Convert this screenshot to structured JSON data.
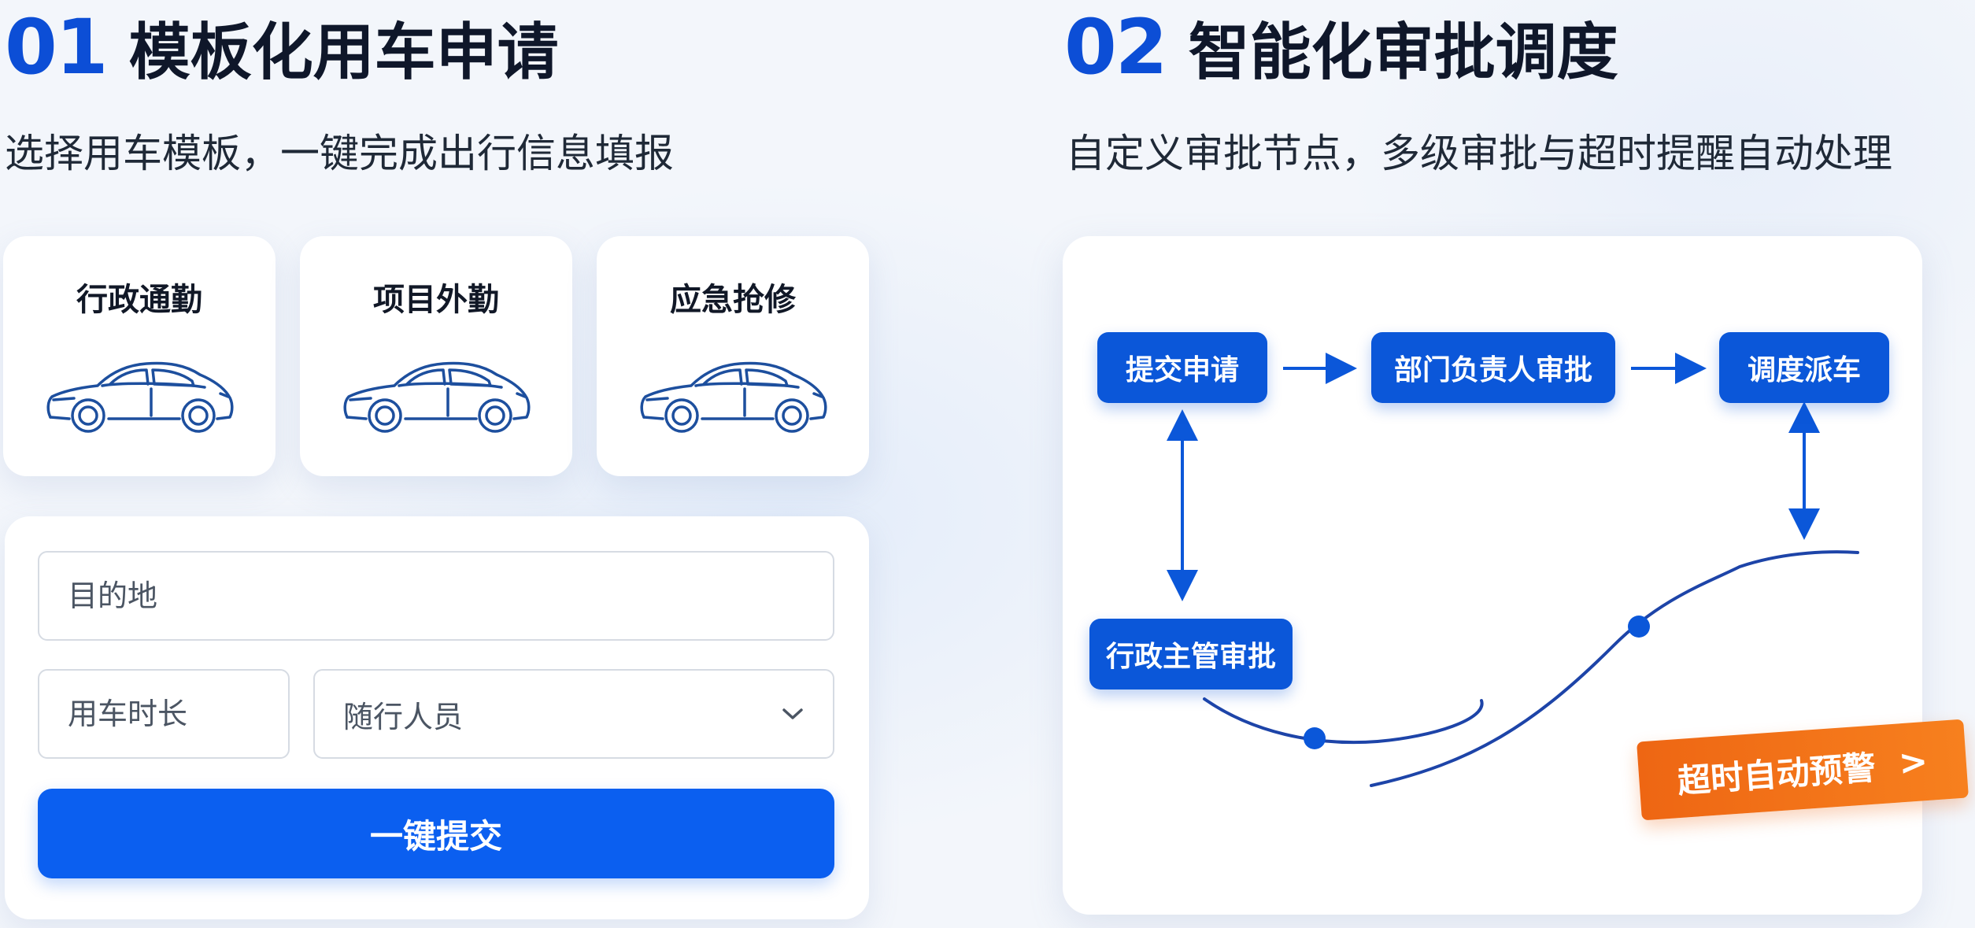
{
  "section1": {
    "number": "01",
    "title": "模板化用车申请",
    "subtitle": "选择用车模板，一键完成出行信息填报",
    "templates": [
      {
        "label": "行政通勤",
        "icon": "car-icon"
      },
      {
        "label": "项目外勤",
        "icon": "car-icon"
      },
      {
        "label": "应急抢修",
        "icon": "car-icon"
      }
    ],
    "form": {
      "destination_placeholder": "目的地",
      "duration_placeholder": "用车时长",
      "companions_placeholder": "随行人员",
      "submit_label": "一键提交"
    }
  },
  "section2": {
    "number": "02",
    "title": "智能化审批调度",
    "subtitle": "自定义审批节点，多级审批与超时提醒自动处理",
    "nodes": {
      "submit": "提交申请",
      "dept_approval": "部门负责人审批",
      "dispatch": "调度派车",
      "admin_approval": "行政主管审批"
    },
    "alert_label": "超时自动预警",
    "alert_icon": "chevron-right-icon"
  },
  "colors": {
    "accent": "#0c4ed6",
    "node": "#0b57d9",
    "button": "#0b5ff0",
    "alert": "#ef6a14",
    "background": "#f3f6fb"
  }
}
